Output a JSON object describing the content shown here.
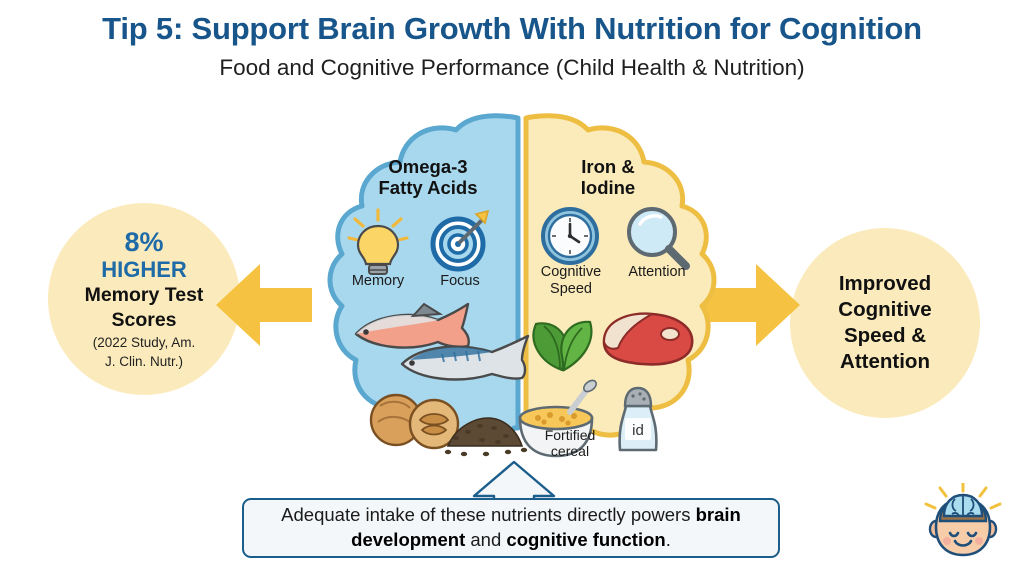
{
  "header": {
    "title": "Tip 5: Support Brain Growth With Nutrition for Cognition",
    "subtitle": "Food and Cognitive Performance (Child Health & Nutrition)"
  },
  "left_stat": {
    "value": "8%",
    "emphasis": "HIGHER",
    "label_line1": "Memory Test",
    "label_line2": "Scores",
    "source_line1": "(2022 Study, Am.",
    "source_line2": "J. Clin. Nutr.)"
  },
  "right_outcome": {
    "line1": "Improved",
    "line2": "Cognitive",
    "line3": "Speed &",
    "line4": "Attention"
  },
  "brain": {
    "left_lobe": {
      "title_line1": "Omega-3",
      "title_line2": "Fatty Acids",
      "benefits": [
        {
          "icon": "lightbulb-icon",
          "caption": "Memory"
        },
        {
          "icon": "target-icon",
          "caption": "Focus"
        }
      ],
      "foods": [
        {
          "icon": "salmon-icon",
          "caption": ""
        },
        {
          "icon": "mackerel-icon",
          "caption": ""
        },
        {
          "icon": "walnut-icon",
          "caption": ""
        },
        {
          "icon": "seeds-icon",
          "caption": ""
        }
      ]
    },
    "right_lobe": {
      "title_line1": "Iron &",
      "title_line2": "Iodine",
      "benefits": [
        {
          "icon": "clock-icon",
          "caption_line1": "Cognitive",
          "caption_line2": "Speed"
        },
        {
          "icon": "magnifier-icon",
          "caption_line1": "Attention",
          "caption_line2": ""
        }
      ],
      "foods": [
        {
          "icon": "spinach-icon",
          "caption": ""
        },
        {
          "icon": "steak-icon",
          "caption": ""
        },
        {
          "icon": "cereal-bowl-icon",
          "caption_line1": "Fortified",
          "caption_line2": "cereal"
        },
        {
          "icon": "salt-shaker-icon",
          "label": "id"
        }
      ]
    }
  },
  "caption": {
    "text_part1": "Adequate intake of these nutrients directly powers ",
    "bold1": "brain development",
    "text_part2": " and ",
    "bold2": "cognitive function",
    "text_part3": "."
  },
  "colors": {
    "title_blue": "#17558A",
    "stat_blue": "#1E6BA8",
    "arrow_yellow": "#F5C341",
    "lobe_blue_fill": "#A8D8EE",
    "lobe_blue_stroke": "#5AA7D0",
    "lobe_yellow_fill": "#FBEBBB",
    "lobe_yellow_stroke": "#EDBE42",
    "circle_fill": "#FBEBBC",
    "caption_border": "#1B5E8C",
    "caption_bg": "#F4F7F9"
  }
}
